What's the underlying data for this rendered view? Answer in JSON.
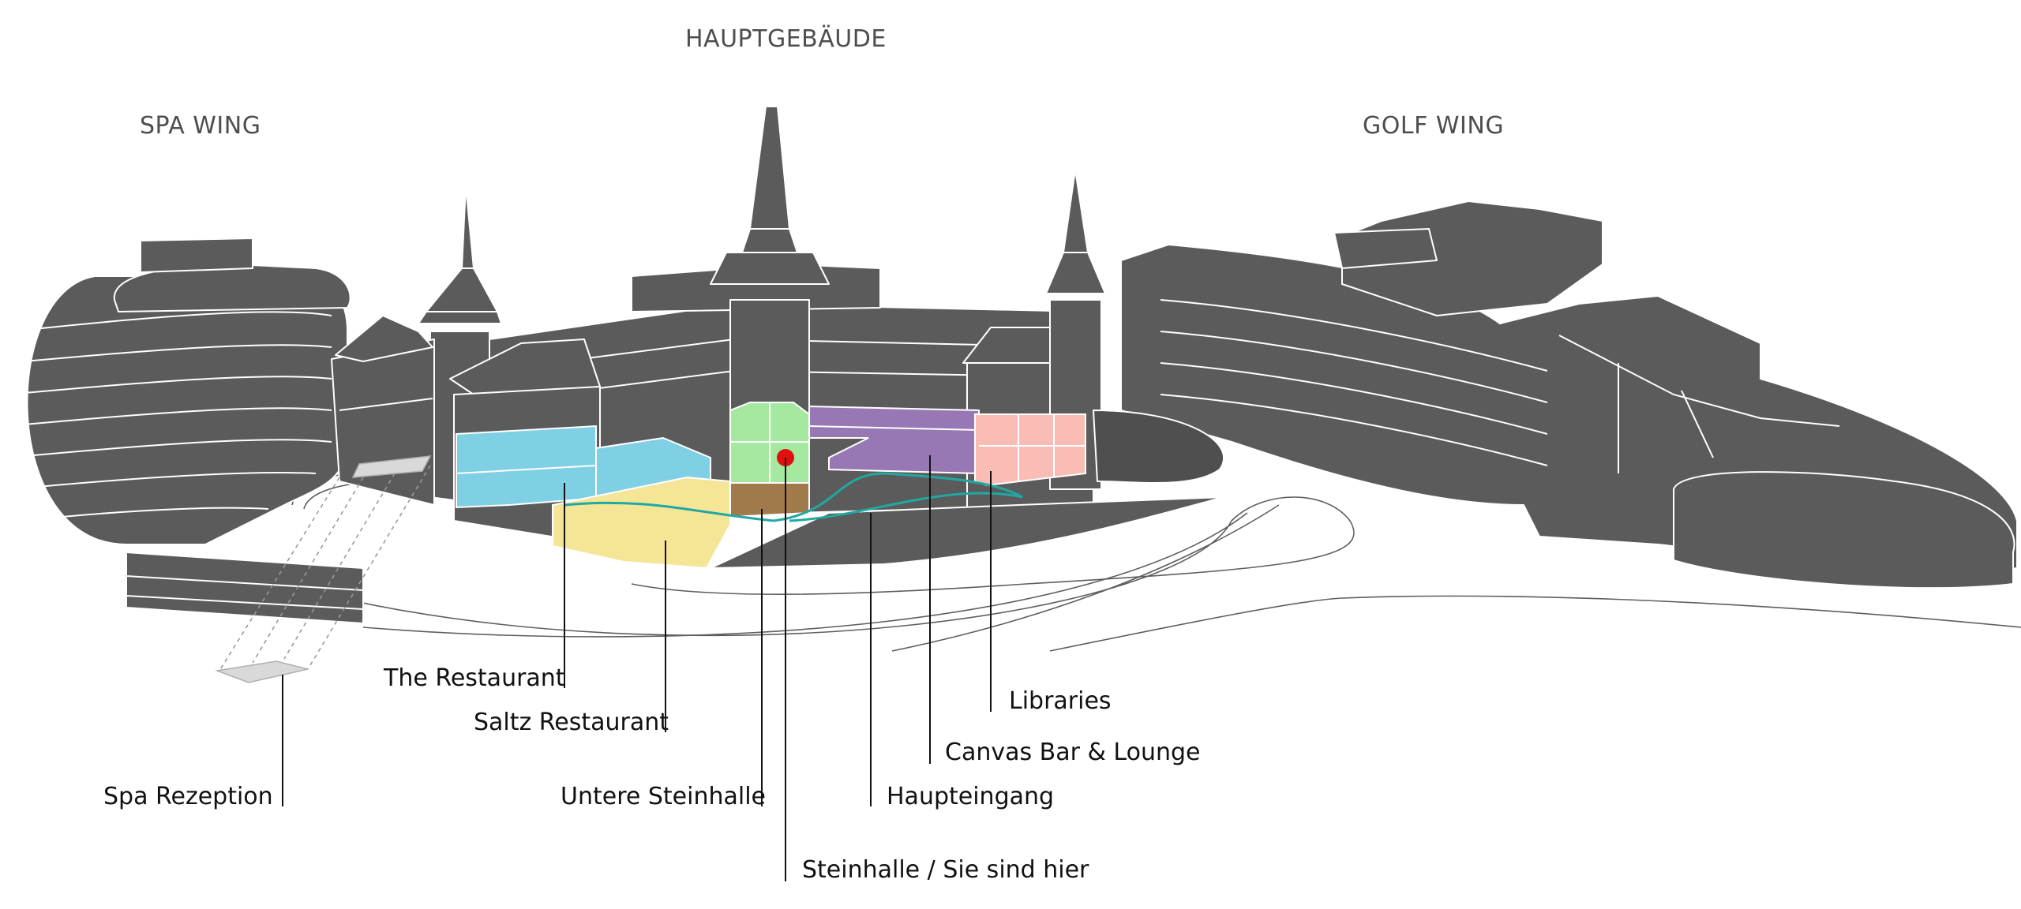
{
  "wings": {
    "main_building": "HAUPTGEBÄUDE",
    "spa_wing": "SPA WING",
    "golf_wing": "GOLF WING"
  },
  "labels": {
    "the_restaurant": "The Restaurant",
    "saltz_restaurant": "Saltz Restaurant",
    "spa_rezeption": "Spa Rezeption",
    "untere_steinhalle": "Untere Steinhalle",
    "steinhalle_here": "Steinhalle / Sie sind hier",
    "haupteingang": "Haupteingang",
    "canvas_bar": "Canvas Bar & Lounge",
    "libraries": "Libraries"
  },
  "colors": {
    "building": "#5b5b5b",
    "the_restaurant": "#7fd0e4",
    "saltz_restaurant": "#f5e597",
    "steinhalle": "#a5e89f",
    "untere_steinhalle": "#a07a4a",
    "canvas_bar": "#9778b4",
    "libraries": "#f9bdb6",
    "entrance_path": "#1fa9a3",
    "you_are_here": "#e01010"
  }
}
